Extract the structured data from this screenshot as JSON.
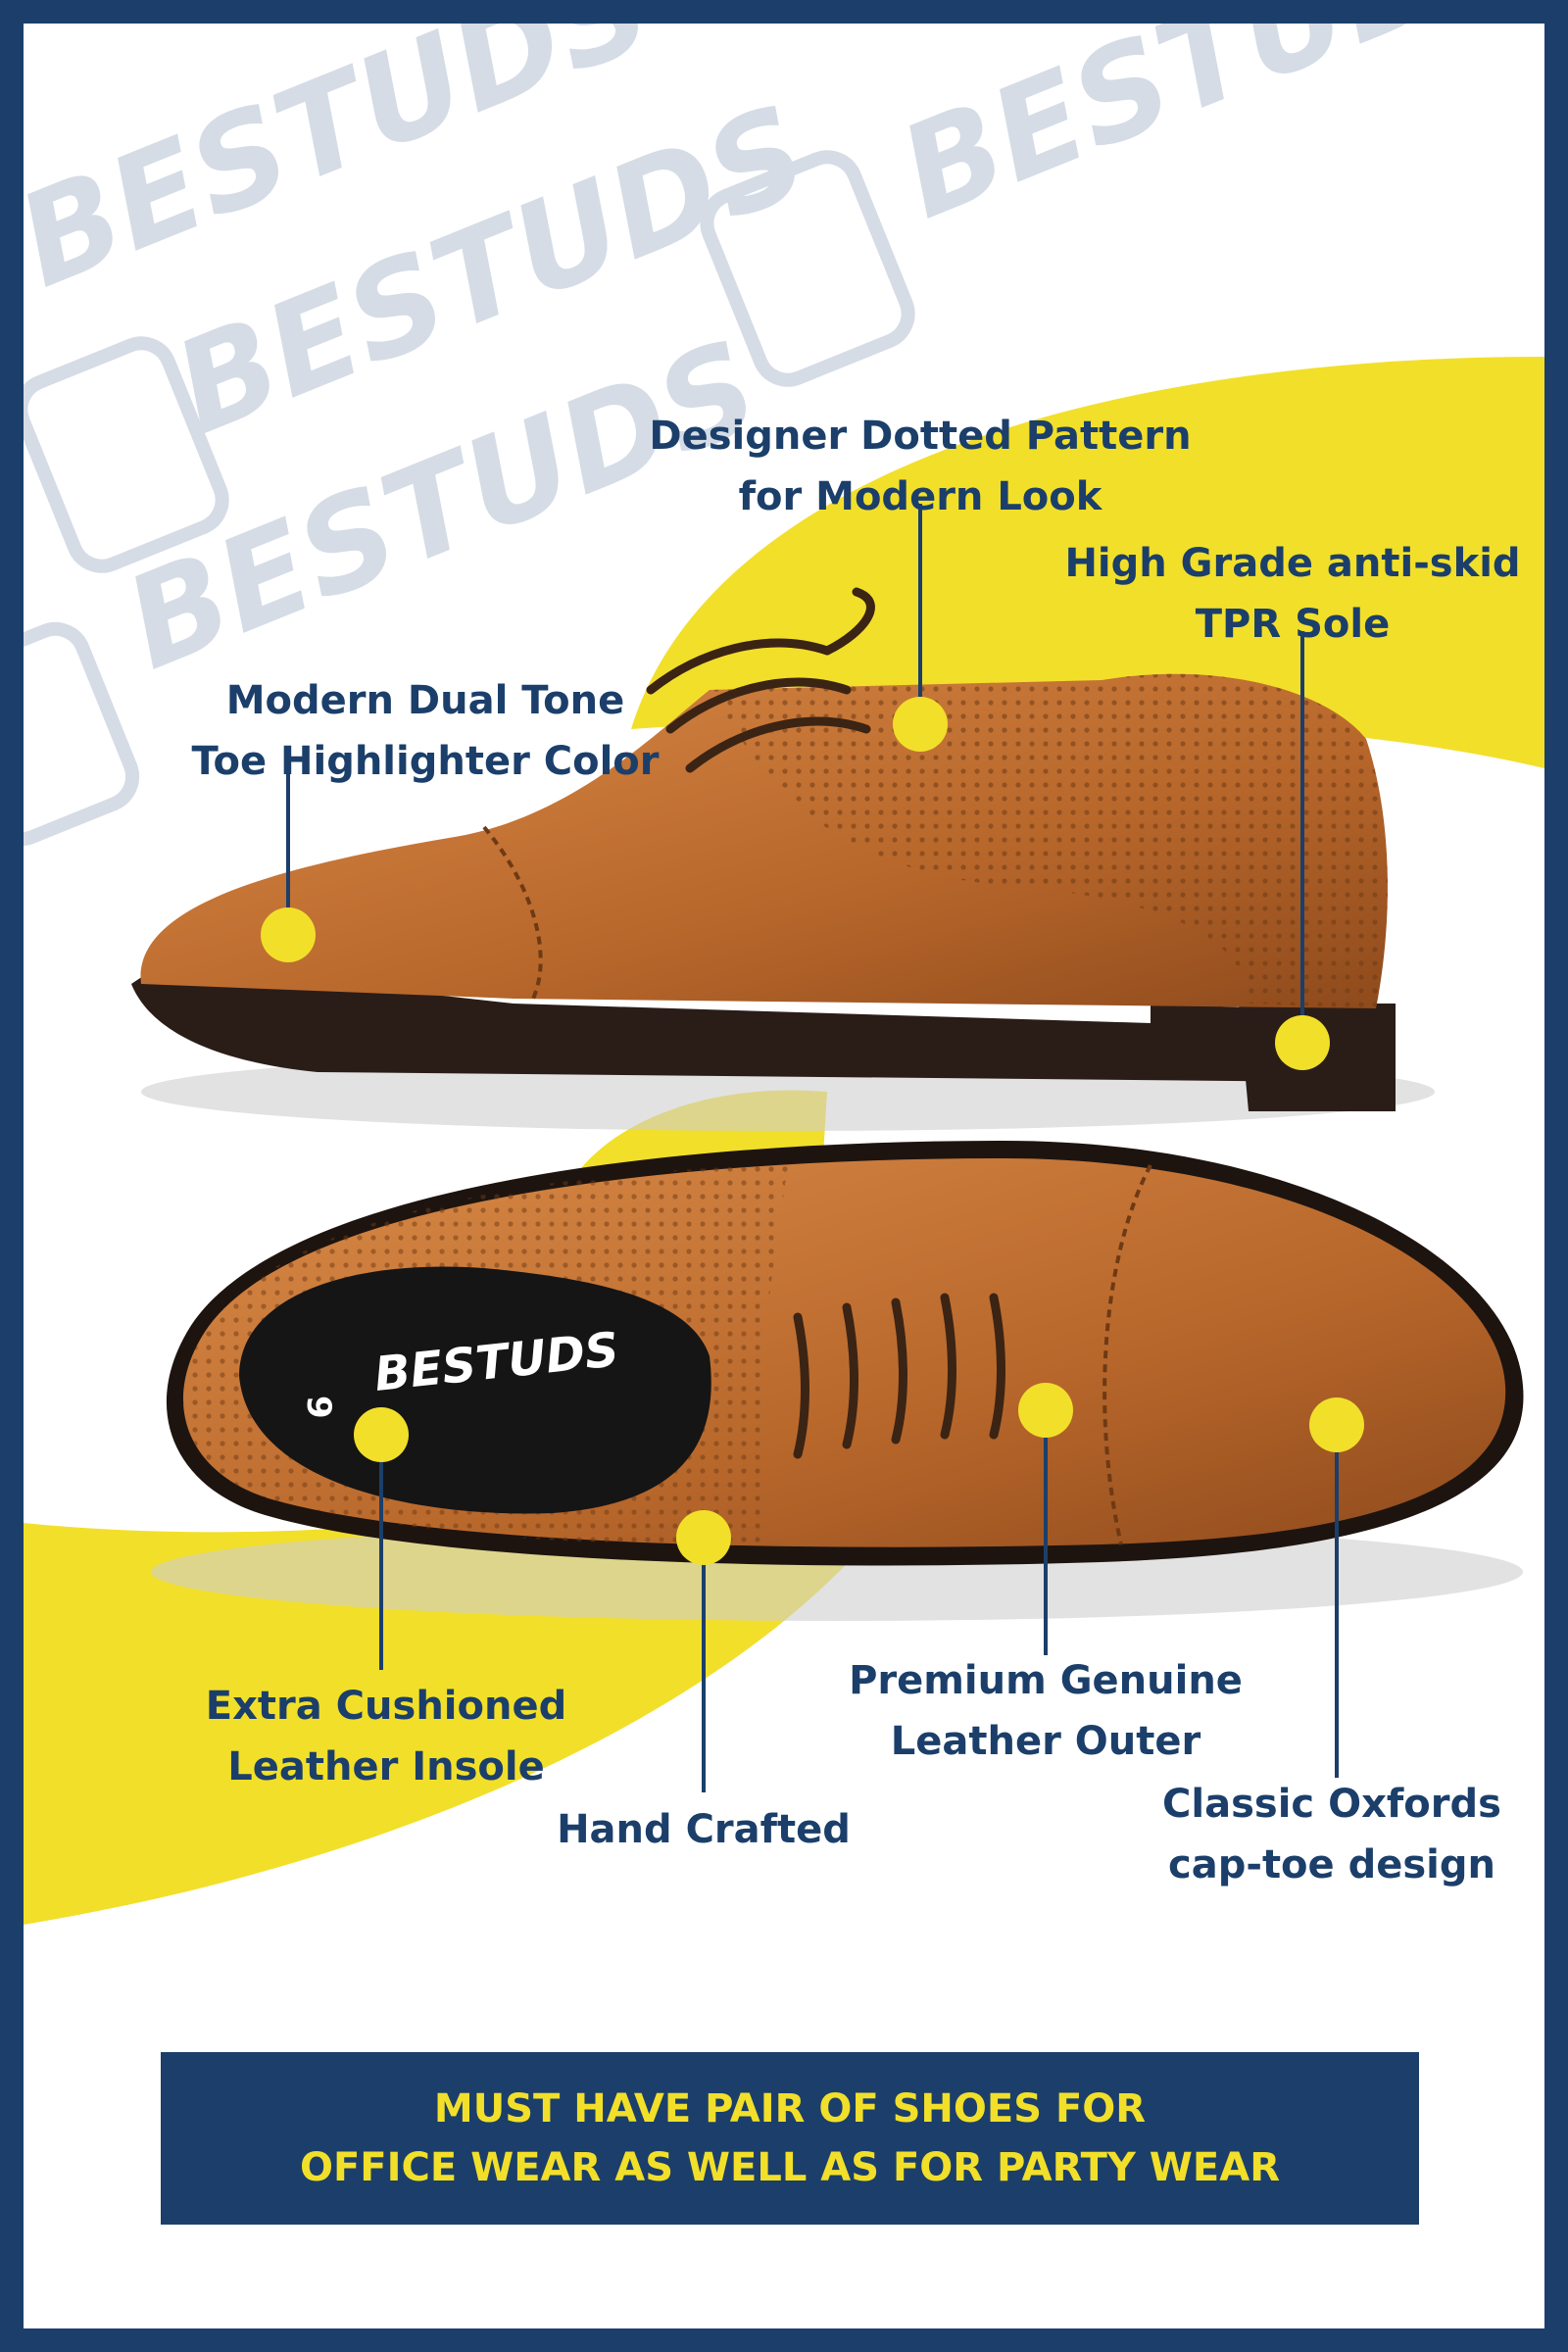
{
  "brand": {
    "watermark_text": "BESTUDS",
    "insole_logo_text": "BESTUDS",
    "insole_size": "9"
  },
  "colors": {
    "border": "#1b3f6a",
    "accent_yellow": "#f2df2a",
    "text_navy": "#1b3f6a",
    "leather_tan": "#b8672b",
    "watermark": "#d5dce6"
  },
  "callouts": {
    "designer_dotted": {
      "line1": "Designer Dotted Pattern",
      "line2": "for Modern Look"
    },
    "anti_skid": {
      "line1": "High Grade anti-skid",
      "line2": "TPR Sole"
    },
    "dual_tone": {
      "line1": "Modern Dual Tone",
      "line2": "Toe Highlighter Color"
    },
    "insole": {
      "line1": "Extra Cushioned",
      "line2": "Leather Insole"
    },
    "hand_crafted": {
      "line1": "Hand Crafted"
    },
    "genuine_leather": {
      "line1": "Premium Genuine",
      "line2": "Leather Outer"
    },
    "oxfords": {
      "line1": "Classic Oxfords",
      "line2": "cap-toe design"
    }
  },
  "banner": {
    "line1": "MUST HAVE PAIR OF SHOES FOR",
    "line2": "OFFICE WEAR AS WELL AS FOR PARTY WEAR"
  }
}
